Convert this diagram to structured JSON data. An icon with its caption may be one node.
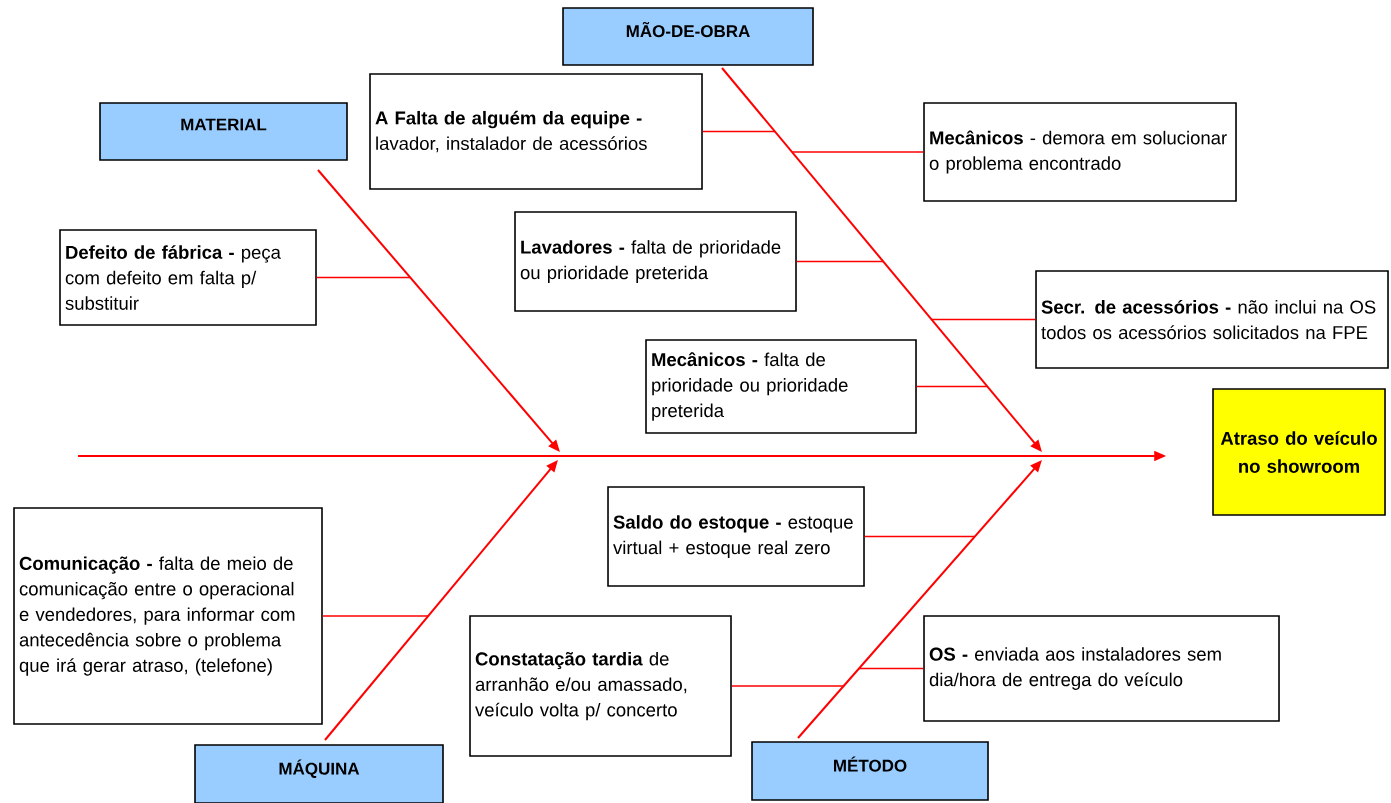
{
  "diagram": {
    "nodes": [
      {
        "text": [
          "MATERIAL"
        ]
      },
      {
        "text": [
          "MÃO-DE-OBRA"
        ]
      },
      {
        "text": [
          "MÁQUINA"
        ]
      },
      {
        "text": [
          "MÉTODO"
        ]
      },
      {
        "text": [
          "Atraso do veículo no showroom"
        ]
      },
      {
        "text": [
          "**Defeito de fábrica -** peça com defeito em falta p/ substituir"
        ]
      },
      {
        "text": [
          "**A Falta de alguém da equipe -** lavador, instalador de acessórios"
        ]
      },
      {
        "text": [
          "**Mecânicos** - demora em solucionar o problema encontrado"
        ]
      },
      {
        "text": [
          "**Lavadores -** falta de prioridade ou prioridade preterida"
        ]
      },
      {
        "text": [
          "**Secr. de acessórios -** não inclui na OS todos os acessórios solicitados na FPE"
        ]
      },
      {
        "text": [
          "**Mecânicos -** falta de prioridade ou prioridade preterida"
        ]
      },
      {
        "text": [
          "**Comunicação -** falta de meio de comunicação entre o operacional e vendedores, para informar com antecedência sobre o problema que irá gerar atraso, (telefone)"
        ]
      },
      {
        "text": [
          "**Saldo do estoque -** estoque virtual + estoque real zero"
        ]
      },
      {
        "text": [
          "**Constatação tardia** de arranhão e/ou amassado, veículo volta p/ concerto"
        ]
      },
      {
        "text": [
          "**OS -** enviada aos instaladores sem dia/hora de entrega do veículo"
        ]
      }
    ],
    "edges": [
      {
        "from": null,
        "to": 4,
        "arrow": "to"
      },
      {
        "from": 0,
        "to": null,
        "arrow": "to"
      },
      {
        "from": 1,
        "to": null,
        "arrow": "to"
      },
      {
        "from": 2,
        "to": null,
        "arrow": "to"
      },
      {
        "from": 3,
        "to": null,
        "arrow": "to"
      },
      {
        "from": 5,
        "to": null,
        "arrow": "none"
      },
      {
        "from": 6,
        "to": null,
        "arrow": "none"
      },
      {
        "from": 7,
        "to": null,
        "arrow": "none"
      },
      {
        "from": 8,
        "to": null,
        "arrow": "none"
      },
      {
        "from": 9,
        "to": null,
        "arrow": "none"
      },
      {
        "from": 10,
        "to": null,
        "arrow": "none"
      },
      {
        "from": 11,
        "to": null,
        "arrow": "none"
      },
      {
        "from": 12,
        "to": null,
        "arrow": "none"
      },
      {
        "from": 13,
        "to": null,
        "arrow": "none"
      },
      {
        "from": 14,
        "to": null,
        "arrow": "none"
      }
    ]
  }
}
